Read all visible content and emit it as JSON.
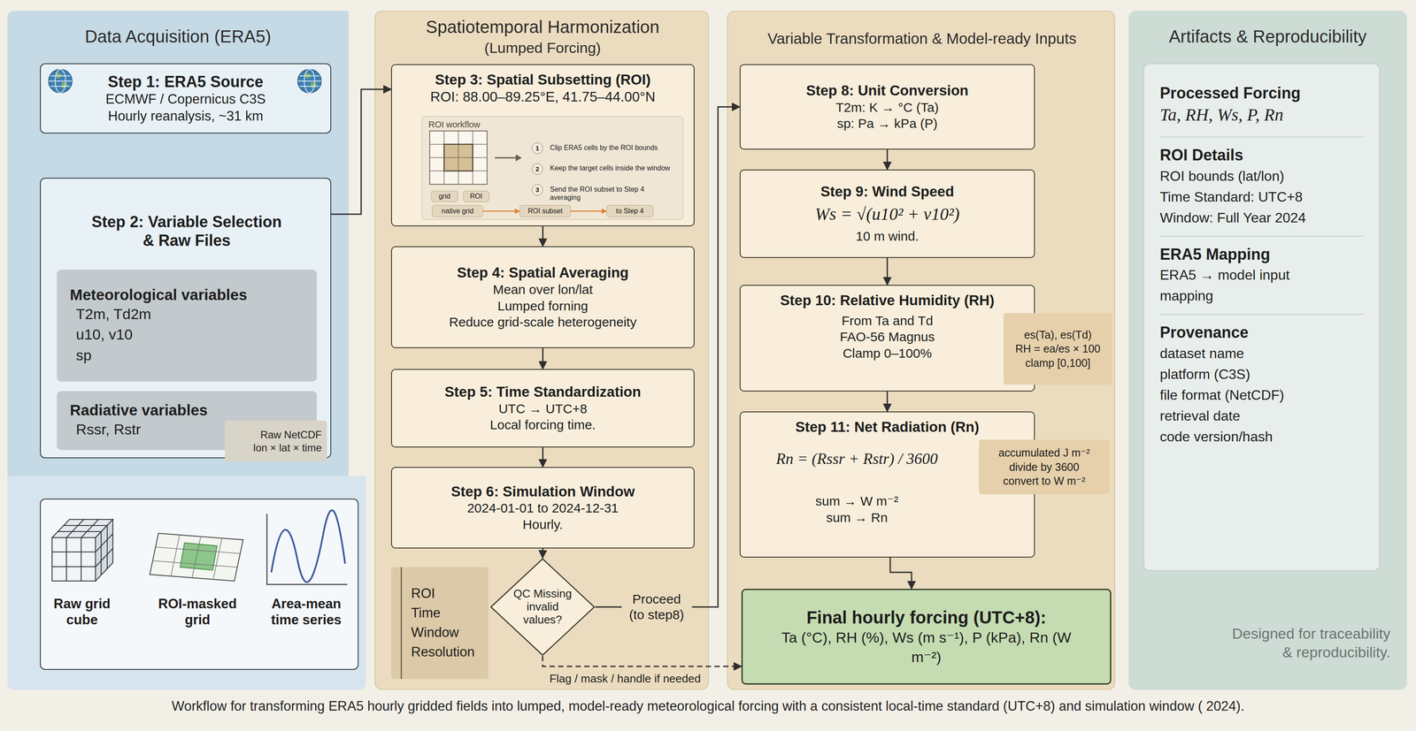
{
  "diagram": {
    "caption": "Workflow for transforming ERA5 hourly gridded fields into lumped, model-ready meteorological forcing with a consistent local-time standard (UTC+8) and simulation window ( 2024).",
    "nodes": [
      {
        "text": [
          "Data Acquisition (ERA5)"
        ]
      },
      {
        "text": [
          "Step 1: ERA5 Source",
          "ECMWF / Copernicus C3S",
          "Hourly reanalysis, ~31 km"
        ],
        "in": 0
      },
      {
        "text": [
          "Step 2: Variable Selection & Raw Files"
        ],
        "in": 0
      },
      {
        "text": [
          "Meteorological variables",
          "T2m, Td2m",
          "u10, v10",
          "sp"
        ],
        "in": 2
      },
      {
        "text": [
          "Radiative variables",
          "Rssr, Rstr"
        ],
        "in": 2
      },
      {
        "text": [
          "Raw NetCDF",
          "lon × lat × time"
        ],
        "in": 2
      },
      {
        "text": [
          "Raw grid cube",
          "ROI-masked grid",
          "Area-mean time series"
        ],
        "in": 0
      },
      {
        "text": [
          "Spatiotemporal Harmonization",
          "(Lumped Forcing)"
        ]
      },
      {
        "text": [
          "Step 3: Spatial Subsetting (ROI)",
          "ROI: 88.00–89.25°E, 41.75–44.00°N"
        ],
        "in": 7
      },
      {
        "text": [
          "ROI workflow",
          "Clip ERA5 cells by the ROI bounds",
          "Keep the target cells inside the window",
          "Send the ROI subset to Step 4 averaging"
        ],
        "in": 8
      },
      {
        "text": [
          "grid"
        ],
        "in": 9
      },
      {
        "text": [
          "ROI"
        ],
        "in": 9
      },
      {
        "text": [
          "1"
        ],
        "in": 9
      },
      {
        "text": [
          "2"
        ],
        "in": 9
      },
      {
        "text": [
          "3"
        ],
        "in": 9
      },
      {
        "text": [
          "native grid"
        ],
        "in": 9
      },
      {
        "text": [
          "ROI subset"
        ],
        "in": 9
      },
      {
        "text": [
          "to Step 4"
        ],
        "in": 9
      },
      {
        "text": [
          "Step 4: Spatial Averaging",
          "Mean over lon/lat",
          "Lumped forning",
          "Reduce grid-scale heterogeneity"
        ],
        "in": 7
      },
      {
        "text": [
          "Step 5: Time Standardization",
          "UTC → UTC+8",
          "Local forcing time."
        ],
        "in": 7
      },
      {
        "text": [
          "Step 6: Simulation Window",
          "2024-01-01 to 2024-12-31",
          "Hourly."
        ],
        "in": 7
      },
      {
        "text": [
          "ROI",
          "Time",
          "Window",
          "Resolution"
        ],
        "in": 7
      },
      {
        "text": [
          "QC Missing invalid values?"
        ],
        "in": 7
      },
      {
        "text": [
          "Variable Transformation & Model-ready Inputs"
        ]
      },
      {
        "text": [
          "Step 8: Unit Conversion",
          "T2m: K → °C (Ta)",
          "sp: Pa → kPa (P)"
        ],
        "in": 23
      },
      {
        "text": [
          "Step 9: Wind Speed",
          "Ws = √(u10² + v10²)",
          "10 m wind."
        ],
        "in": 23
      },
      {
        "text": [
          "Step 10: Relative Humidity (RH)",
          "From Ta and Td",
          "FAO-56 Magnus",
          "Clamp 0–100%"
        ],
        "in": 23
      },
      {
        "text": [
          "es(Ta), es(Td)",
          "RH = ea/es × 100",
          "clamp [0,100]"
        ],
        "in": 23
      },
      {
        "text": [
          "Step 11: Net Radiation (Rn)",
          "Rn = (Rssr + Rstr) / 3600",
          "sum → W m⁻²",
          "sum → Rn"
        ],
        "in": 23
      },
      {
        "text": [
          "accumulated J m⁻²",
          "divide by 3600",
          "convert to W m⁻²"
        ],
        "in": 23
      },
      {
        "text": [
          "Final hourly forcing (UTC+8):",
          "Ta (°C), RH (%), Ws (m s⁻¹), P (kPa), Rn (W m⁻²)"
        ],
        "in": 23
      },
      {
        "text": [
          "Artifacts & Reproducibility",
          "Designed for traceability & reproducibility."
        ]
      },
      {
        "text": [
          "Processed Forcing",
          "Ta, RH, Ws, P, Rn",
          "ROI Details",
          "ROI bounds (lat/lon)",
          "Time Standard: UTC+8",
          "Window: Full Year 2024",
          "ERA5 Mapping",
          "ERA5 → model input mapping",
          "Provenance",
          "dataset name",
          "platform (C3S)",
          "file format (NetCDF)",
          "retrieval date",
          "code version/hash"
        ],
        "in": 31
      }
    ],
    "edges": [
      {
        "from": 2,
        "to": 8,
        "arrow": "to"
      },
      {
        "from": 8,
        "to": 18,
        "arrow": "to"
      },
      {
        "from": 18,
        "to": 19,
        "arrow": "to"
      },
      {
        "from": 19,
        "to": 20,
        "arrow": "to"
      },
      {
        "from": 20,
        "to": 22,
        "arrow": "to"
      },
      {
        "from": 22,
        "to": 24,
        "label": "Proceed (to step8)",
        "arrow": "to"
      },
      {
        "from": 22,
        "to": 30,
        "label": "Flag / mask / handle if needed",
        "arrow": "to"
      },
      {
        "from": 24,
        "to": 25,
        "arrow": "to"
      },
      {
        "from": 25,
        "to": 26,
        "arrow": "to"
      },
      {
        "from": 26,
        "to": 28,
        "arrow": "to"
      },
      {
        "from": 28,
        "to": 30,
        "arrow": "to"
      },
      {
        "from": 15,
        "to": 16,
        "arrow": "to"
      },
      {
        "from": 16,
        "to": 17,
        "arrow": "to"
      }
    ]
  }
}
